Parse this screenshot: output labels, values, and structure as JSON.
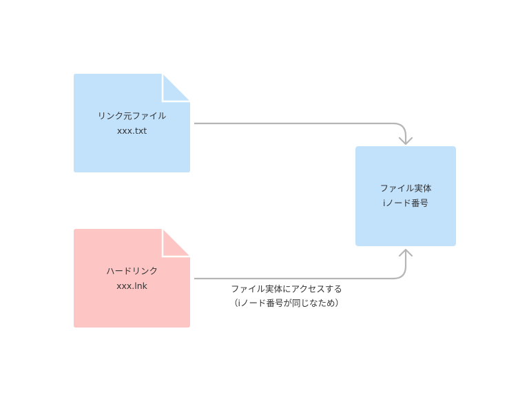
{
  "nodes": {
    "source_file": {
      "line1": "リンク元ファイル",
      "line2": "xxx.txt",
      "color": "#c2e2fc"
    },
    "hard_link": {
      "line1": "ハードリンク",
      "line2": "xxx.lnk",
      "color": "#fdc6c4"
    },
    "file_entity": {
      "line1": "ファイル実体",
      "line2": "iノード番号",
      "color": "#c2e2fc"
    }
  },
  "edges": {
    "color": "#b5b5b5",
    "hard_link_label_line1": "ファイル実体にアクセスする",
    "hard_link_label_line2": "（iノード番号が同じなため）"
  }
}
